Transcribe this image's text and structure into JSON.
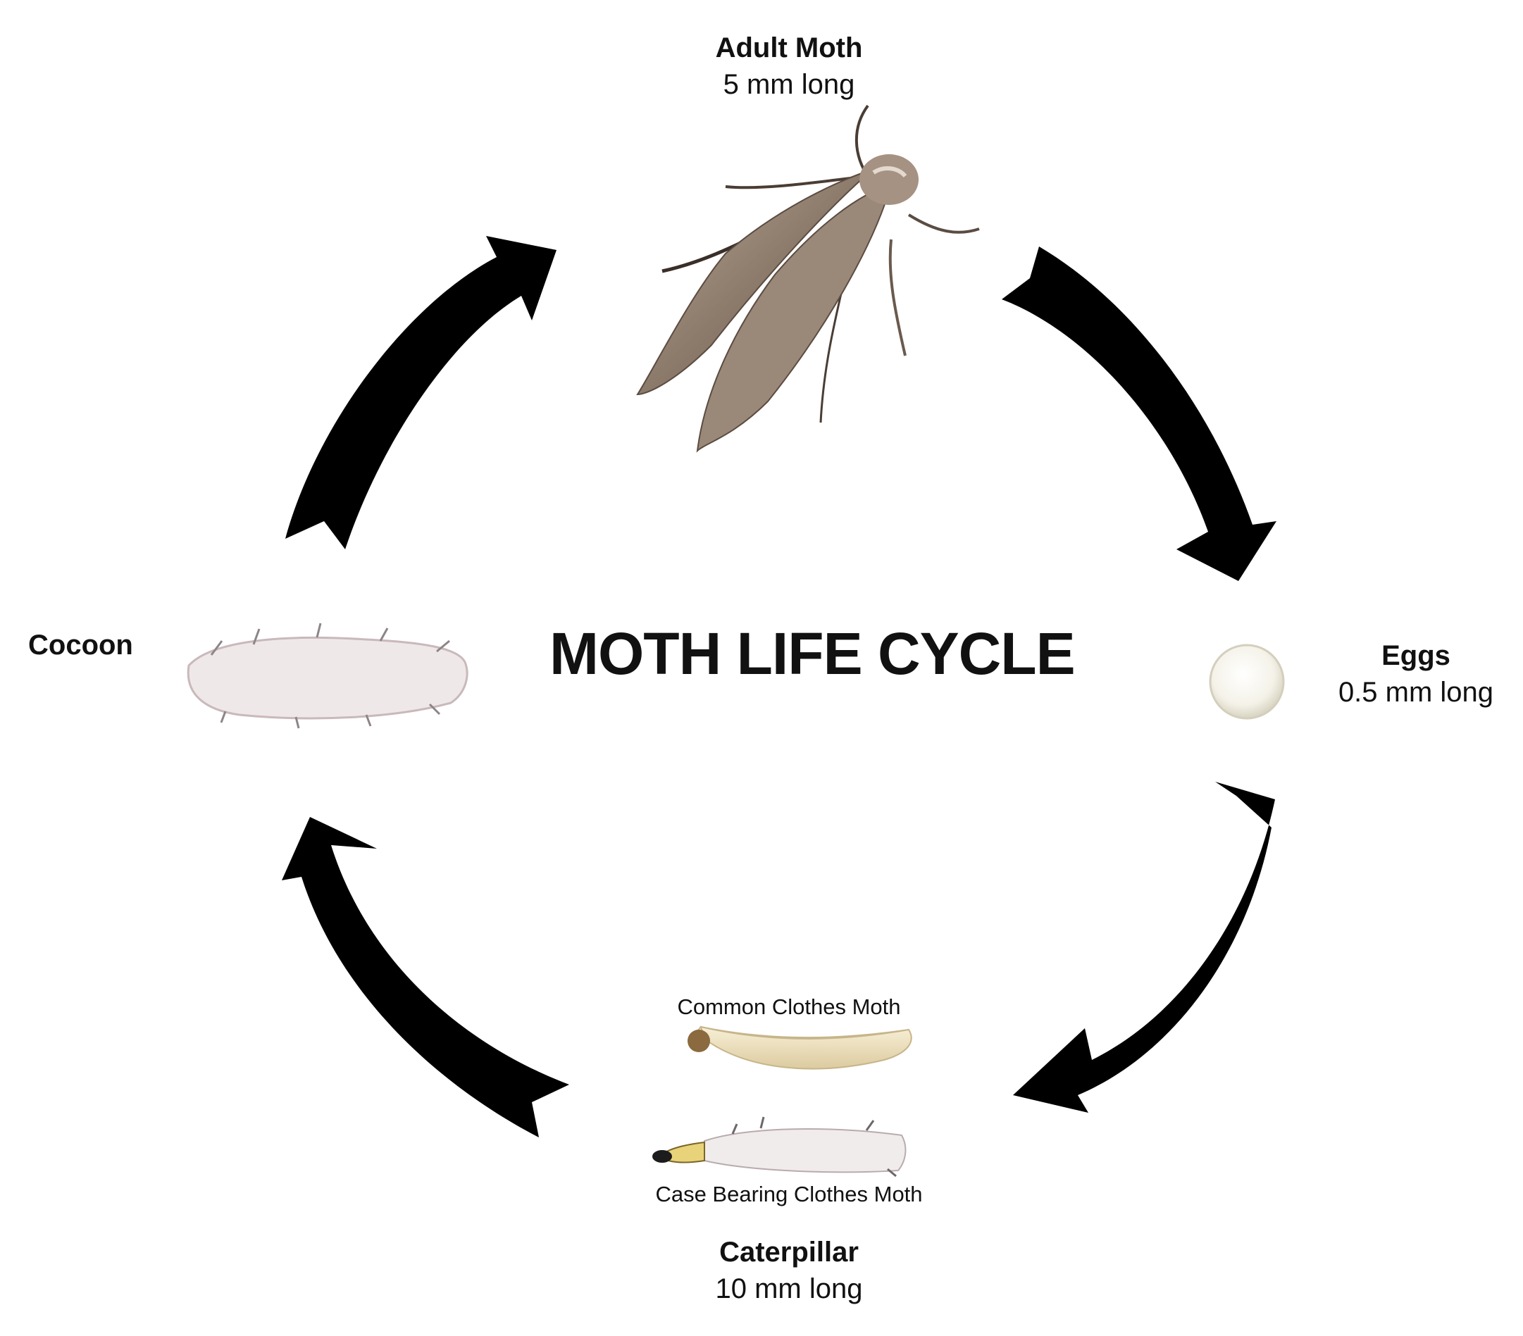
{
  "title": "MOTH LIFE CYCLE",
  "stages": {
    "adult": {
      "name": "Adult Moth",
      "size": "5 mm long"
    },
    "eggs": {
      "name": "Eggs",
      "size": "0.5 mm long"
    },
    "caterpillar": {
      "name": "Caterpillar",
      "size": "10 mm long",
      "variants": [
        "Common Clothes Moth",
        "Case Bearing Clothes Moth"
      ]
    },
    "cocoon": {
      "name": "Cocoon"
    }
  },
  "colors": {
    "arrow": "#000000",
    "moth_wing": "#8e7b6c",
    "egg": "#f3f1e6",
    "cocoon": "#eee6e6",
    "larva": "#efe5c6"
  },
  "icons": [
    "moth-image",
    "egg-image",
    "larva-image",
    "case-larva-image",
    "cocoon-image",
    "cycle-arrow"
  ]
}
